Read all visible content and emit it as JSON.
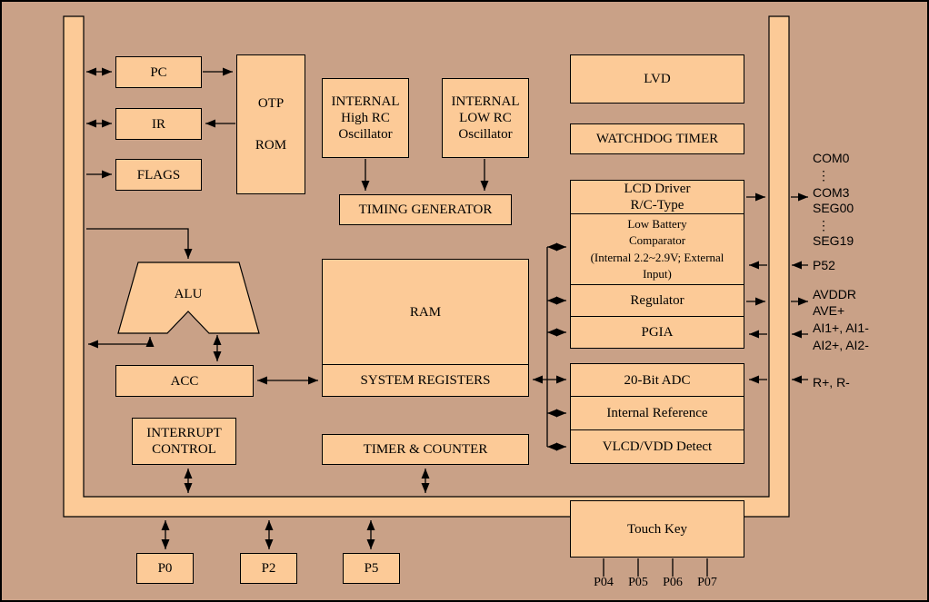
{
  "colors": {
    "background": "#c9a187",
    "block": "#fcca97",
    "line": "#000000"
  },
  "blocks": {
    "pc": "PC",
    "ir": "IR",
    "flags": "FLAGS",
    "otp_rom": "OTP\nROM",
    "high_rc_oscillator": "INTERNAL\nHigh RC\nOscillator",
    "low_rc_oscillator": "INTERNAL\nLOW RC\nOscillator",
    "timing_generator": "TIMING GENERATOR",
    "lvd": "LVD",
    "watchdog_timer": "WATCHDOG TIMER",
    "lcd_driver": "LCD Driver\nR/C-Type",
    "low_battery_comparator": "Low Battery\nComparator\n(Internal 2.2~2.9V; External\nInput)",
    "regulator": "Regulator",
    "pgia": "PGIA",
    "adc": "20-Bit ADC",
    "internal_reference": "Internal Reference",
    "vlcd_vdd_detect": "VLCD/VDD Detect",
    "alu": "ALU",
    "ram": "RAM",
    "acc": "ACC",
    "system_registers": "SYSTEM REGISTERS",
    "interrupt_control": "INTERRUPT\nCONTROL",
    "timer_counter": "TIMER & COUNTER",
    "touch_key": "Touch Key",
    "p0": "P0",
    "p2": "P2",
    "p5": "P5"
  },
  "io": {
    "com0": "COM0",
    "com3": "COM3",
    "seg00": "SEG00",
    "seg19": "SEG19",
    "p52": "P52",
    "avddr": "AVDDR",
    "ave_plus": "AVE+",
    "ai1": "AI1+, AI1-",
    "ai2": "AI2+, AI2-",
    "r": "R+, R-",
    "ellipsis": "⋮",
    "pins": [
      "P04",
      "P05",
      "P06",
      "P07"
    ]
  }
}
